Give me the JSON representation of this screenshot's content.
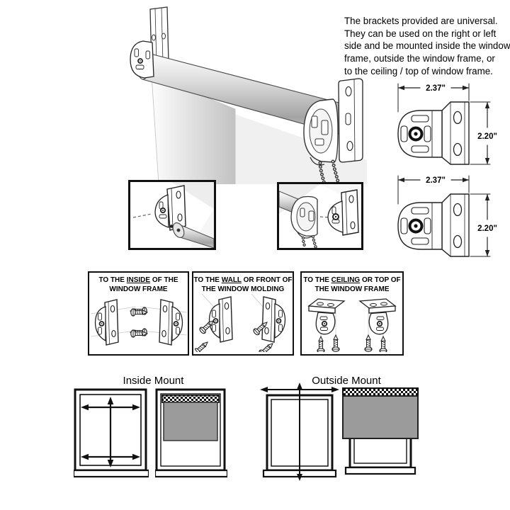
{
  "intro_text": "The brackets provided are universal.\nThey can be used on the right or left\nside and be mounted inside the window\nframe, outside the window frame, or\nto the ceiling / top of window frame.",
  "dimensions": {
    "top_bracket": {
      "width": "2.37\"",
      "height": "2.20\""
    },
    "bottom_bracket": {
      "width": "2.37\"",
      "height": "2.20\""
    }
  },
  "mount_options": [
    {
      "pre": "TO THE ",
      "underlined": "INSIDE",
      "post": " OF THE",
      "line2": "WINDOW FRAME"
    },
    {
      "pre": "TO THE ",
      "underlined": "WALL",
      "post": " OR FRONT OF",
      "line2": "THE WINDOW MOLDING"
    },
    {
      "pre": "TO THE ",
      "underlined": "CEILING",
      "post": " OR TOP OF",
      "line2": "THE WINDOW FRAME"
    }
  ],
  "mount_types": {
    "inside": "Inside Mount",
    "outside": "Outside Mount"
  },
  "colors": {
    "shade_gray": "#9b9b9b",
    "outline": "#1a1a1a"
  }
}
